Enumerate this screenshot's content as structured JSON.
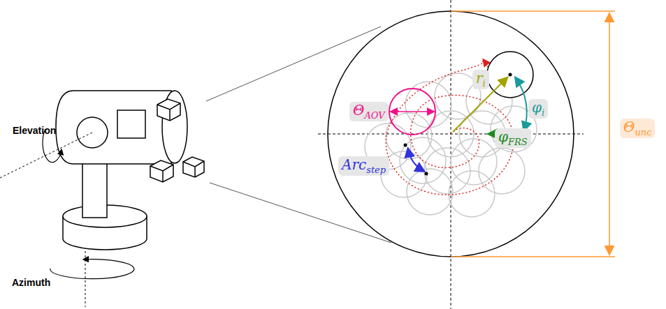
{
  "diagram": {
    "labels": [
      "Elevation",
      "Azimuth",
      "ΘAOV",
      "ri",
      "φi",
      "φFRS",
      "Arcstep",
      "Θunc"
    ]
  }
}
